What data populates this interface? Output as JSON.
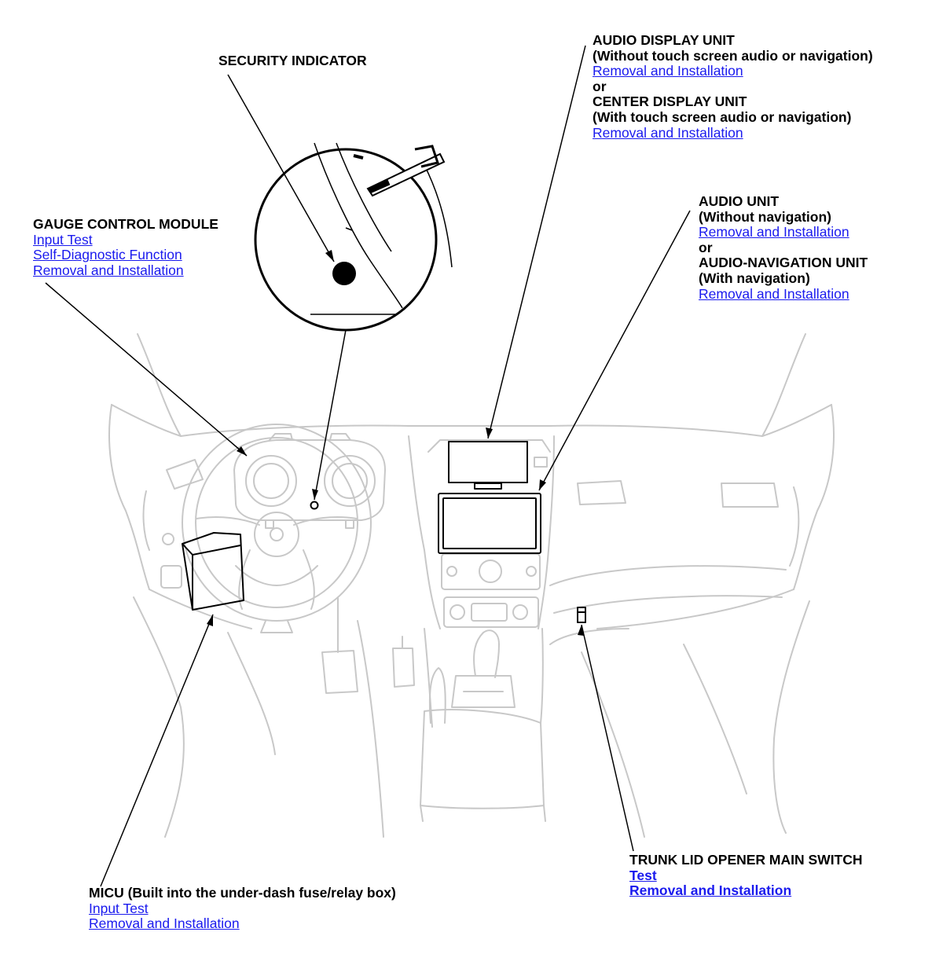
{
  "colors": {
    "link": "#1a1aee",
    "text": "#000000",
    "outline": "#c8c8c8",
    "leader": "#000000"
  },
  "labels": {
    "security_indicator": {
      "title": "SECURITY INDICATOR"
    },
    "audio_display": {
      "title": "AUDIO DISPLAY UNIT",
      "sub1": "(Without touch screen audio or navigation)",
      "link1": "Removal and Installation",
      "or": "or",
      "title2": "CENTER DISPLAY UNIT",
      "sub2": "(With touch screen audio or navigation)",
      "link2": "Removal and Installation"
    },
    "gauge_control": {
      "title": "GAUGE CONTROL MODULE",
      "link1": "Input Test",
      "link2": "Self-Diagnostic Function",
      "link3": "Removal and Installation"
    },
    "audio_unit": {
      "title": "AUDIO UNIT",
      "sub1": "(Without navigation)",
      "link1": "Removal and Installation",
      "or": "or",
      "title2": "AUDIO-NAVIGATION UNIT",
      "sub2": "(With navigation)",
      "link2": "Removal and Installation"
    },
    "micu": {
      "title": "MICU (Built into the under-dash fuse/relay box)",
      "link1": "Input Test",
      "link2": "Removal and Installation"
    },
    "trunk_lid": {
      "title": "TRUNK LID OPENER MAIN SWITCH",
      "link1": "Test",
      "link2": "Removal and Installation"
    }
  }
}
